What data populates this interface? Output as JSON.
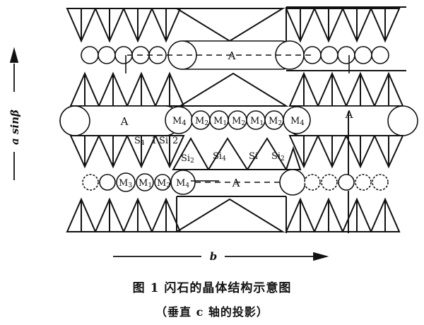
{
  "labels": {
    "a": "A",
    "m4": "M",
    "m4_sub": "4",
    "m2": "M",
    "m2_sub": "2",
    "m1": "M",
    "m1_sub": "1",
    "m3": "M",
    "m3_sub": "3",
    "s4_frag": "S",
    "s4_frag_sub": "4",
    "one_frag": "1",
    "si_frag": "Si",
    "two_frag": "2",
    "si2": "Si",
    "si2_sub": "2",
    "si4": "Si",
    "si4_sub": "4",
    "si": "Si"
  },
  "axes": {
    "vertical_label": "a sinβ",
    "horizontal_label": "b"
  },
  "caption": {
    "line1": "图 1    闪石的晶体结构示意图",
    "line2": "（垂直 c 轴的投影）"
  }
}
